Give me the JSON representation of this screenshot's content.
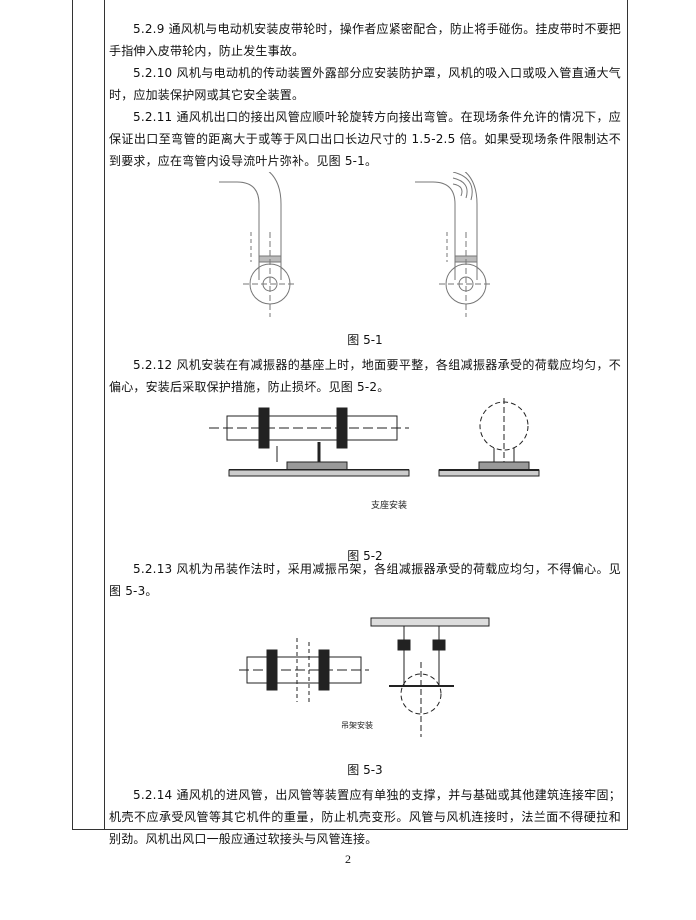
{
  "sections": {
    "s529": {
      "num": "5.2.9",
      "text": " 通风机与电动机安装皮带轮时，操作者应紧密配合，防止将手碰伤。挂皮带时不要把手指伸入皮带轮内，防止发生事故。"
    },
    "s5210": {
      "num": "5.2.10",
      "text": " 风机与电动机的传动装置外露部分应安装防护罩，风机的吸入口或吸入管直通大气时，应加装保护网或其它安全装置。"
    },
    "s5211": {
      "num": "5.2.11",
      "text": " 通风机出口的接出风管应顺叶轮旋转方向接出弯管。在现场条件允许的情况下，应保证出口至弯管的距离大于或等于风口出口长边尺寸的 1.5-2.5 倍。如果受现场条件限制达不到要求，应在弯管内设导流叶片弥补。见图 5-1。"
    },
    "s5212": {
      "num": "5.2.12",
      "text": " 风机安装在有减振器的基座上时，地面要平整，各组减振器承受的荷载应均匀，不偏心，安装后采取保护措施，防止损坏。见图 5-2。"
    },
    "s5213": {
      "num": "5.2.13",
      "text": " 风机为吊装作法时，采用减振吊架，各组减振器承受的荷载应均匀，不得偏心。见图 5-3。"
    },
    "s5214": {
      "num": "5.2.14",
      "text": " 通风机的进风管，出风管等装置应有单独的支撑，并与基础或其他建筑连接牢固；机壳不应承受风管等其它机件的重量，防止机壳变形。风管与风机连接时，法兰面不得硬拉和别劲。风机出风口一般应通过软接头与风管连接。"
    }
  },
  "figures": {
    "fig1": {
      "caption": "图 5-1"
    },
    "fig2": {
      "caption": "图 5-2",
      "inner_title": "支座安装"
    },
    "fig3": {
      "caption": "图 5-3",
      "inner_title": "吊架安装"
    }
  },
  "page_number": "2"
}
